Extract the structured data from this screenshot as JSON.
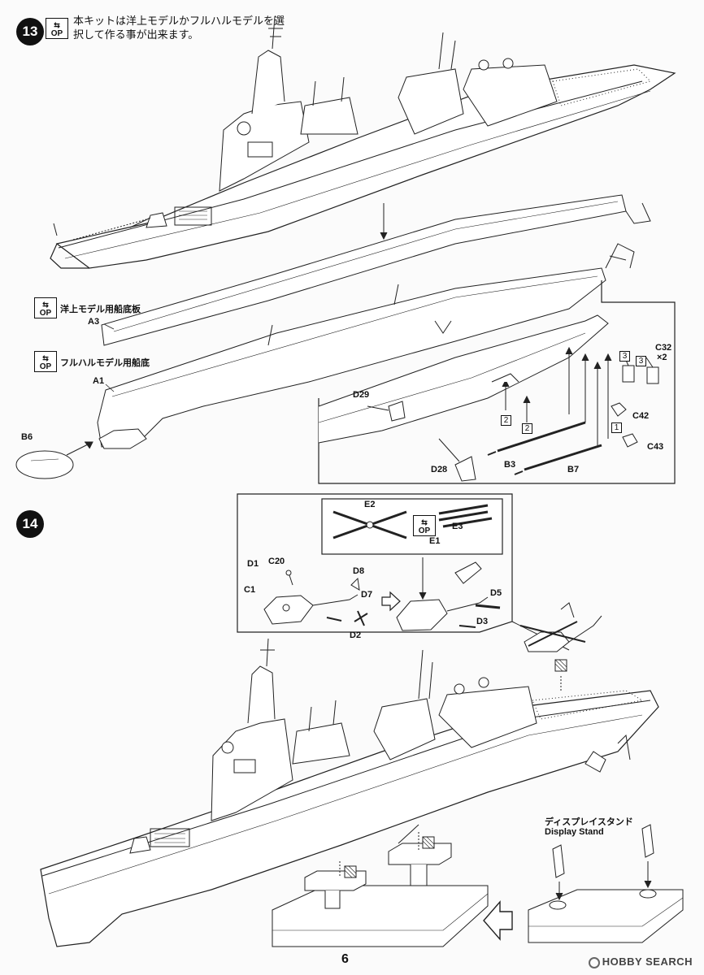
{
  "step13": {
    "number": "13",
    "note": "本キットは洋上モデルかフルハルモデルを選択して作る事が出来ます。",
    "op_icon": "OP",
    "waterline_caption": "洋上モデル用船底板",
    "fullhull_caption": "フルハルモデル用船底",
    "parts": {
      "a3": "A3",
      "a1": "A1",
      "b6": "B6",
      "d29": "D29",
      "d28": "D28",
      "b3": "B3",
      "b7": "B7",
      "c32": "C32",
      "c32_qty": "×2",
      "c42": "C42",
      "c43": "C43"
    },
    "callout_numbers": [
      "2",
      "2",
      "3",
      "3",
      "1"
    ]
  },
  "step14": {
    "number": "14",
    "parts": {
      "e2": "E2",
      "e3": "E3",
      "e1": "E1",
      "d1": "D1",
      "c20": "C20",
      "c1": "C1",
      "d8": "D8",
      "d7": "D7",
      "d2": "D2",
      "d5": "D5",
      "d3": "D3"
    },
    "op_icon": "OP",
    "display_stand_jp": "ディスプレイスタンド",
    "display_stand_en": "Display Stand"
  },
  "page_number": "6",
  "watermark": "HOBBY SEARCH",
  "icons": [
    "step-badge",
    "optional-part-icon",
    "hatch-box-icon",
    "direction-arrow-icon"
  ]
}
